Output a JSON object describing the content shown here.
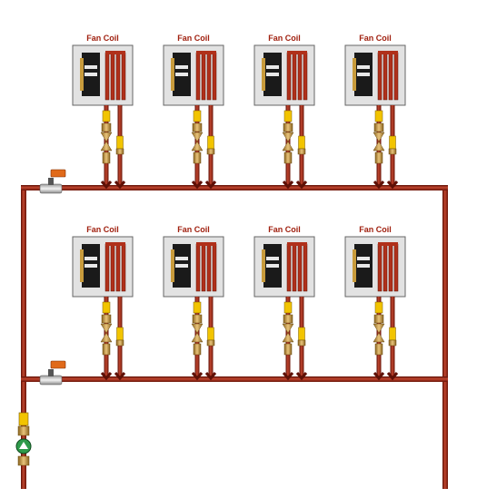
{
  "colors": {
    "pipe": "#8e1b0c",
    "pipe_highlight": "#c8503a",
    "label": "#a0200f",
    "box_fill": "#e2e2e2",
    "box_stroke": "#666666",
    "coil_core": "#1a1a1a",
    "coil_loop": "#b0301a",
    "brass": "#c99a3a",
    "yellow_handle": "#f2c400",
    "actuator": "#e06a1a",
    "pump": "#2e9a4a"
  },
  "fan_coils": [
    {
      "label": "Fan Coil"
    },
    {
      "label": "Fan Coil"
    },
    {
      "label": "Fan Coil"
    },
    {
      "label": "Fan Coil"
    },
    {
      "label": "Fan Coil"
    },
    {
      "label": "Fan Coil"
    },
    {
      "label": "Fan Coil"
    },
    {
      "label": "Fan Coil"
    }
  ]
}
